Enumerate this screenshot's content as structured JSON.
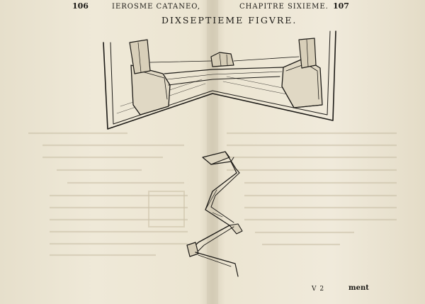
{
  "header": {
    "left_page_number": "106",
    "left_running_head": "IEROSME CATANEO,",
    "right_running_head": "CHAPITRE SIXIEME.",
    "right_page_number": "107"
  },
  "figure": {
    "title": "DIXSEPTIEME FIGVRE."
  },
  "footer": {
    "signature": "V 2",
    "catchword": "ment"
  }
}
